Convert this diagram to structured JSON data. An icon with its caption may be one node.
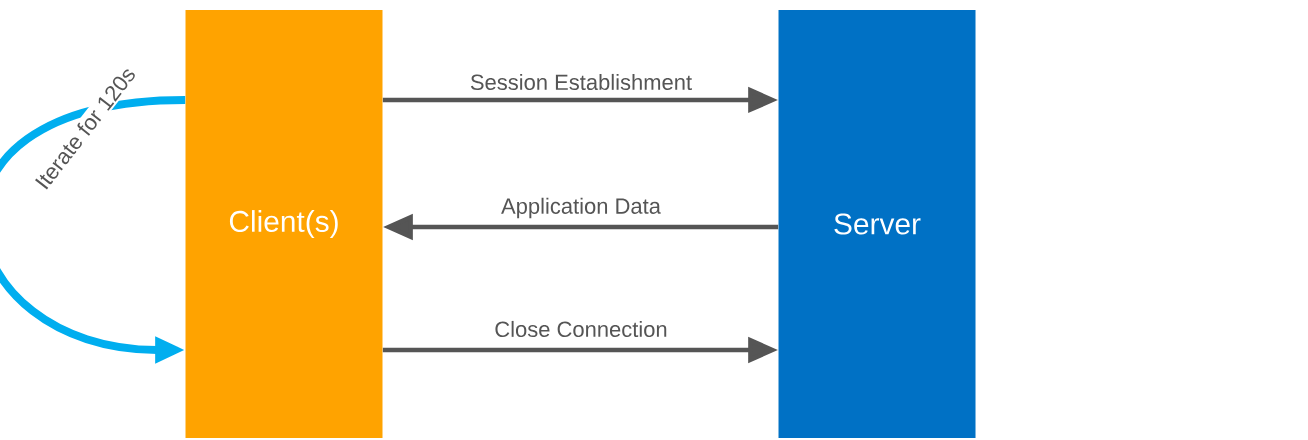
{
  "diagram": {
    "nodes": [
      {
        "text": [
          "Client(s)"
        ]
      },
      {
        "text": [
          "Server"
        ]
      }
    ],
    "edges": [
      {
        "from": 0,
        "to": 1,
        "arrow": "to",
        "label": "Session Establishment"
      },
      {
        "from": 1,
        "to": 0,
        "arrow": "to",
        "label": "Application Data"
      },
      {
        "from": 0,
        "to": 1,
        "arrow": "to",
        "label": "Close Connection"
      },
      {
        "from": 0,
        "to": 0,
        "arrow": "to",
        "label": "Iterate for 120s",
        "style": "thick",
        "color": "#00aeef"
      }
    ]
  }
}
